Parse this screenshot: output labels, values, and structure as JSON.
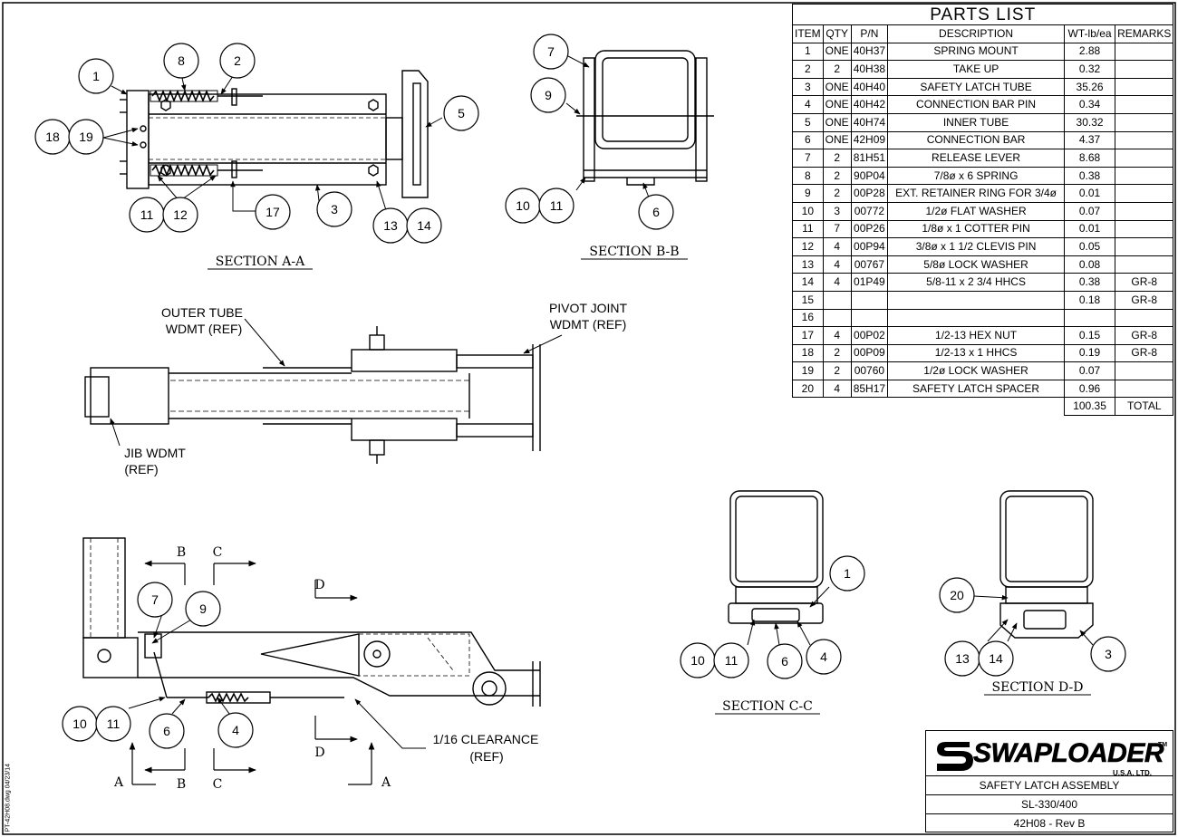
{
  "parts_list": {
    "title": "PARTS LIST",
    "headers": [
      "ITEM",
      "QTY",
      "P/N",
      "DESCRIPTION",
      "WT-lb/ea",
      "REMARKS"
    ],
    "rows": [
      [
        "1",
        "ONE",
        "40H37",
        "SPRING MOUNT",
        "2.88",
        ""
      ],
      [
        "2",
        "2",
        "40H38",
        "TAKE UP",
        "0.32",
        ""
      ],
      [
        "3",
        "ONE",
        "40H40",
        "SAFETY LATCH TUBE",
        "35.26",
        ""
      ],
      [
        "4",
        "ONE",
        "40H42",
        "CONNECTION BAR PIN",
        "0.34",
        ""
      ],
      [
        "5",
        "ONE",
        "40H74",
        "INNER TUBE",
        "30.32",
        ""
      ],
      [
        "6",
        "ONE",
        "42H09",
        "CONNECTION BAR",
        "4.37",
        ""
      ],
      [
        "7",
        "2",
        "81H51",
        "RELEASE LEVER",
        "8.68",
        ""
      ],
      [
        "8",
        "2",
        "90P04",
        "7/8ø x 6 SPRING",
        "0.38",
        ""
      ],
      [
        "9",
        "2",
        "00P28",
        "EXT. RETAINER RING FOR 3/4ø",
        "0.01",
        ""
      ],
      [
        "10",
        "3",
        "00772",
        "1/2ø FLAT WASHER",
        "0.07",
        ""
      ],
      [
        "11",
        "7",
        "00P26",
        "1/8ø x 1 COTTER PIN",
        "0.01",
        ""
      ],
      [
        "12",
        "4",
        "00P94",
        "3/8ø x 1 1/2 CLEVIS PIN",
        "0.05",
        ""
      ],
      [
        "13",
        "4",
        "00767",
        "5/8ø LOCK WASHER",
        "0.08",
        ""
      ],
      [
        "14",
        "4",
        "01P49",
        "5/8-11 x 2 3/4 HHCS",
        "0.38",
        "GR-8"
      ],
      [
        "15",
        "",
        "",
        "",
        "0.18",
        "GR-8"
      ],
      [
        "16",
        "",
        "",
        "",
        "",
        ""
      ],
      [
        "17",
        "4",
        "00P02",
        "1/2-13 HEX NUT",
        "0.15",
        "GR-8"
      ],
      [
        "18",
        "2",
        "00P09",
        "1/2-13 x 1 HHCS",
        "0.19",
        "GR-8"
      ],
      [
        "19",
        "2",
        "00760",
        "1/2ø LOCK WASHER",
        "0.07",
        ""
      ],
      [
        "20",
        "4",
        "85H17",
        "SAFETY LATCH SPACER",
        "0.96",
        ""
      ]
    ],
    "total_weight": "100.35",
    "total_label": "TOTAL"
  },
  "sections": {
    "a": "SECTION A-A",
    "b": "SECTION B-B",
    "c": "SECTION C-C",
    "d": "SECTION D-D"
  },
  "callouts": {
    "outer_tube_1": "OUTER TUBE",
    "outer_tube_2": "WDMT (REF)",
    "pivot_joint_1": "PIVOT JOINT",
    "pivot_joint_2": "WDMT (REF)",
    "jib_1": "JIB WDMT",
    "jib_2": "(REF)",
    "clearance_1": "1/16 CLEARANCE",
    "clearance_2": "(REF)"
  },
  "section_arrows": {
    "a": "A",
    "b": "B",
    "c": "C",
    "d": "D"
  },
  "balloons": {
    "one": "1",
    "two": "2",
    "three": "3",
    "four": "4",
    "five": "5",
    "six": "6",
    "seven": "7",
    "eight": "8",
    "nine": "9",
    "ten": "10",
    "eleven": "11",
    "twelve": "12",
    "thirteen": "13",
    "fourteen": "14",
    "seventeen": "17",
    "eighteen": "18",
    "nineteen": "19",
    "twenty": "20"
  },
  "title_block": {
    "logo_text": "SWAPLOADER",
    "logo_sub": "U.S.A.   LTD.",
    "logo_tm": "TM",
    "name": "SAFETY LATCH ASSEMBLY",
    "model": "SL-330/400",
    "part_rev": "42H08 - Rev B"
  },
  "file_stamp": "PT-42H08.dwg   04/23/14"
}
